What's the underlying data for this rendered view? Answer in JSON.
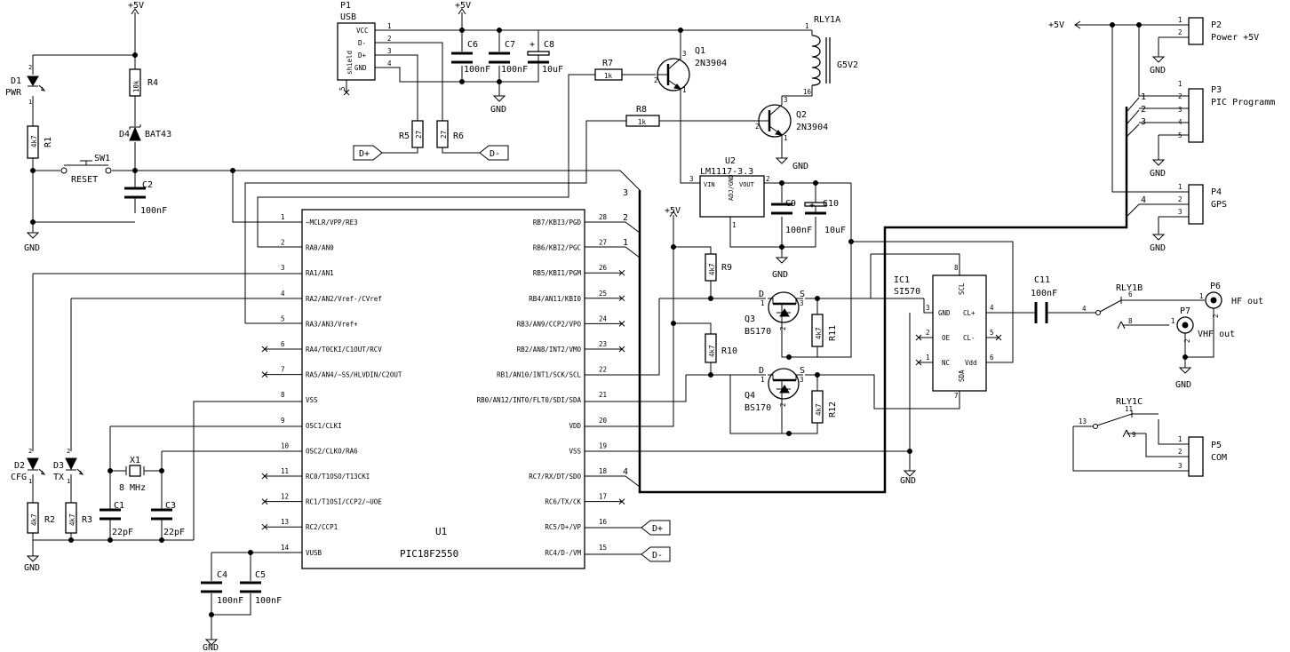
{
  "power_labels": {
    "p5v": "+5V",
    "gnd": "GND"
  },
  "u1": {
    "ref": "U1",
    "value": "PIC18F2550",
    "left_pins": [
      {
        "num": "1",
        "name": "~MCLR/VPP/RE3"
      },
      {
        "num": "2",
        "name": "RA0/AN0"
      },
      {
        "num": "3",
        "name": "RA1/AN1"
      },
      {
        "num": "4",
        "name": "RA2/AN2/Vref-/CVref"
      },
      {
        "num": "5",
        "name": "RA3/AN3/Vref+"
      },
      {
        "num": "6",
        "name": "RA4/T0CKI/C1OUT/RCV"
      },
      {
        "num": "7",
        "name": "RA5/AN4/~SS/HLVDIN/C2OUT"
      },
      {
        "num": "8",
        "name": "VSS"
      },
      {
        "num": "9",
        "name": "OSC1/CLKI"
      },
      {
        "num": "10",
        "name": "OSC2/CLKO/RA6"
      },
      {
        "num": "11",
        "name": "RC0/T1OSO/T13CKI"
      },
      {
        "num": "12",
        "name": "RC1/T1OSI/CCP2/~UOE"
      },
      {
        "num": "13",
        "name": "RC2/CCP1"
      },
      {
        "num": "14",
        "name": "VUSB"
      }
    ],
    "right_pins": [
      {
        "num": "28",
        "name": "RB7/KBI3/PGD"
      },
      {
        "num": "27",
        "name": "RB6/KBI2/PGC"
      },
      {
        "num": "26",
        "name": "RB5/KBI1/PGM"
      },
      {
        "num": "25",
        "name": "RB4/AN11/KBI0"
      },
      {
        "num": "24",
        "name": "RB3/AN9/CCP2/VPO"
      },
      {
        "num": "23",
        "name": "RB2/AN8/INT2/VMO"
      },
      {
        "num": "22",
        "name": "RB1/AN10/INT1/SCK/SCL"
      },
      {
        "num": "21",
        "name": "RB0/AN12/INT0/FLT0/SDI/SDA"
      },
      {
        "num": "20",
        "name": "VDD"
      },
      {
        "num": "19",
        "name": "VSS"
      },
      {
        "num": "18",
        "name": "RC7/RX/DT/SDO"
      },
      {
        "num": "17",
        "name": "RC6/TX/CK"
      },
      {
        "num": "16",
        "name": "RC5/D+/VP"
      },
      {
        "num": "15",
        "name": "RC4/D-/VM"
      }
    ]
  },
  "p1": {
    "ref": "P1",
    "value": "USB",
    "shield": "shield",
    "shield_pin": "5",
    "pins": [
      {
        "num": "1",
        "name": "VCC"
      },
      {
        "num": "2",
        "name": "D-"
      },
      {
        "num": "3",
        "name": "D+"
      },
      {
        "num": "4",
        "name": "GND"
      }
    ]
  },
  "d1": {
    "ref": "D1",
    "value": "PWR",
    "pin_a": "2",
    "pin_k": "1"
  },
  "r1": {
    "ref": "R1",
    "value": "4k7"
  },
  "r4": {
    "ref": "R4",
    "value": "10k"
  },
  "d4": {
    "ref": "D4",
    "value": "BAT43"
  },
  "sw1": {
    "ref": "SW1",
    "value": "RESET"
  },
  "c2": {
    "ref": "C2",
    "value": "100nF"
  },
  "c6": {
    "ref": "C6",
    "value": "100nF"
  },
  "c7": {
    "ref": "C7",
    "value": "100nF"
  },
  "c8": {
    "ref": "C8",
    "value": "10uF",
    "polarity": "+"
  },
  "r5": {
    "ref": "R5",
    "value": "27"
  },
  "r6": {
    "ref": "R6",
    "value": "27"
  },
  "r7": {
    "ref": "R7",
    "value": "1k"
  },
  "r8": {
    "ref": "R8",
    "value": "1k"
  },
  "q1": {
    "ref": "Q1",
    "value": "2N3904",
    "pin_b": "2",
    "pin_c": "3",
    "pin_e": "1"
  },
  "q2": {
    "ref": "Q2",
    "value": "2N3904",
    "pin_b": "2",
    "pin_c": "3",
    "pin_e": "1"
  },
  "rly1a": {
    "ref": "RLY1A",
    "value": "G5V2",
    "pin1": "1",
    "pin16": "16"
  },
  "u2": {
    "ref": "U2",
    "value": "LM1117-3.3",
    "vin": "VIN",
    "adj": "ADJ/GND",
    "vout": "VOUT",
    "pin_vin": "3",
    "pin_adj": "1",
    "pin_vout": "2"
  },
  "c9": {
    "ref": "C9",
    "value": "100nF"
  },
  "c10": {
    "ref": "C10",
    "value": "10uF",
    "polarity": "+"
  },
  "r9": {
    "ref": "R9",
    "value": "4k7"
  },
  "r10": {
    "ref": "R10",
    "value": "4k7"
  },
  "r11": {
    "ref": "R11",
    "value": "4k7"
  },
  "r12": {
    "ref": "R12",
    "value": "4k7"
  },
  "q3": {
    "ref": "Q3",
    "value": "BS170",
    "d": "D",
    "s": "S",
    "pin_d": "1",
    "pin_s": "3",
    "pin_g": "2"
  },
  "q4": {
    "ref": "Q4",
    "value": "BS170",
    "d": "D",
    "s": "S",
    "pin_d": "1",
    "pin_s": "3",
    "pin_g": "2"
  },
  "ic1": {
    "ref": "IC1",
    "value": "SI570",
    "p_scl": "SCL",
    "p_sda": "SDA",
    "p_gnd": "GND",
    "p_oe": "OE",
    "p_nc": "NC",
    "p_clp": "CL+",
    "p_clm": "CL-",
    "p_vdd": "Vdd",
    "n8": "8",
    "n7": "7",
    "n3": "3",
    "n2": "2",
    "n1": "1",
    "n4": "4",
    "n5": "5",
    "n6": "6"
  },
  "c11": {
    "ref": "C11",
    "value": "100nF"
  },
  "rly1b": {
    "ref": "RLY1B",
    "pin4": "4",
    "pin6": "6",
    "pin8": "8"
  },
  "rly1c": {
    "ref": "RLY1C",
    "pin11": "11",
    "pin13": "13",
    "pin9": "9"
  },
  "p6": {
    "ref": "P6",
    "value": "HF out",
    "pin1": "1",
    "pin2": "2"
  },
  "p7": {
    "ref": "P7",
    "value": "VHF out",
    "pin1": "1",
    "pin2": "2"
  },
  "p2": {
    "ref": "P2",
    "value": "Power +5V",
    "pins": [
      "1",
      "2"
    ]
  },
  "p3": {
    "ref": "P3",
    "value": "PIC Programm",
    "pins": [
      "1",
      "2",
      "3",
      "4",
      "5"
    ]
  },
  "p4": {
    "ref": "P4",
    "value": "GPS",
    "pins": [
      "1",
      "2",
      "3"
    ]
  },
  "p5": {
    "ref": "P5",
    "value": "COM",
    "pins": [
      "1",
      "2",
      "3"
    ]
  },
  "bus_entry_labels": {
    "u1_top_left": "3",
    "u1_top_right": "2",
    "u1_mid_right": "1",
    "u1_bottom": "4",
    "p3_1": "1",
    "p3_2": "2",
    "p3_3": "3",
    "p4_4": "4"
  },
  "d2": {
    "ref": "D2",
    "value": "CFG",
    "pin_a": "2",
    "pin_k": "1"
  },
  "d3": {
    "ref": "D3",
    "value": "TX",
    "pin_a": "2",
    "pin_k": "1"
  },
  "r2": {
    "ref": "R2",
    "value": "4k7"
  },
  "r3": {
    "ref": "R3",
    "value": "4k7"
  },
  "x1": {
    "ref": "X1",
    "value": "8 MHz"
  },
  "c1": {
    "ref": "C1",
    "value": "22pF"
  },
  "c3": {
    "ref": "C3",
    "value": "22pF"
  },
  "c4": {
    "ref": "C4",
    "value": "100nF"
  },
  "c5": {
    "ref": "C5",
    "value": "100nF"
  },
  "usb_labels": {
    "dp": "D+",
    "dm": "D-"
  }
}
